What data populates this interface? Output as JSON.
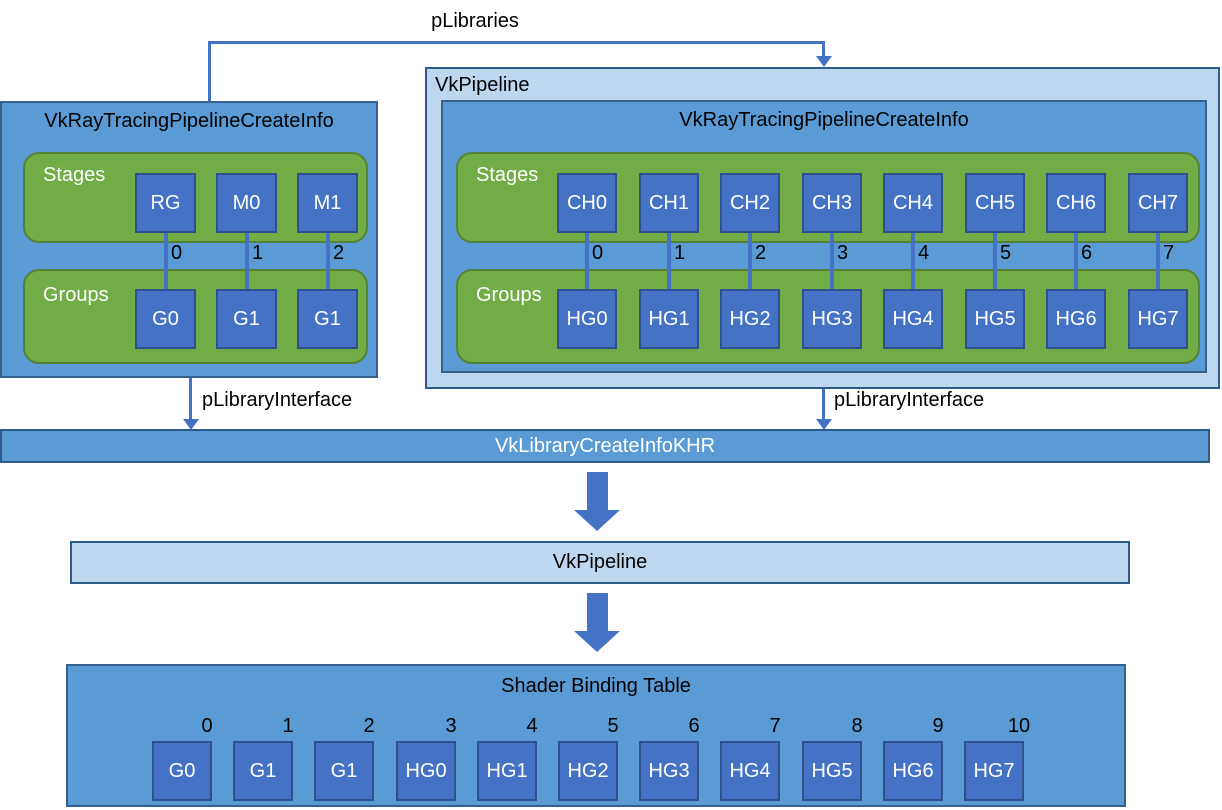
{
  "connectors": {
    "plibraries_label": "pLibraries",
    "plibrary_interface_left_label": "pLibraryInterface",
    "plibrary_interface_right_label": "pLibraryInterface"
  },
  "library_box": {
    "title": "VkRayTracingPipelineCreateInfo",
    "stages_label": "Stages",
    "groups_label": "Groups",
    "stage_cells": [
      "RG",
      "M0",
      "M1"
    ],
    "indices": [
      "0",
      "1",
      "2"
    ],
    "group_cells": [
      "G0",
      "G1",
      "G1"
    ]
  },
  "pipeline_box": {
    "title": "VkPipeline",
    "inner_title": "VkRayTracingPipelineCreateInfo",
    "stages_label": "Stages",
    "groups_label": "Groups",
    "stage_cells": [
      "CH0",
      "CH1",
      "CH2",
      "CH3",
      "CH4",
      "CH5",
      "CH6",
      "CH7"
    ],
    "indices": [
      "0",
      "1",
      "2",
      "3",
      "4",
      "5",
      "6",
      "7"
    ],
    "group_cells": [
      "HG0",
      "HG1",
      "HG2",
      "HG3",
      "HG4",
      "HG5",
      "HG6",
      "HG7"
    ]
  },
  "library_bar": {
    "label": "VkLibraryCreateInfoKHR"
  },
  "pipeline_bar": {
    "label": "VkPipeline"
  },
  "sbt": {
    "title": "Shader Binding Table",
    "cells": [
      "G0",
      "G1",
      "G1",
      "HG0",
      "HG1",
      "HG2",
      "HG3",
      "HG4",
      "HG5",
      "HG6",
      "HG7"
    ],
    "indices": [
      "0",
      "1",
      "2",
      "3",
      "4",
      "5",
      "6",
      "7",
      "8",
      "9",
      "10"
    ]
  },
  "colors": {
    "medium_blue": "#5B9BD5",
    "light_blue": "#BDD7EE",
    "green": "#70AD47",
    "cell_blue": "#4472C4",
    "connector_blue": "#4472C4",
    "dark_border": "#2E5C8A"
  }
}
